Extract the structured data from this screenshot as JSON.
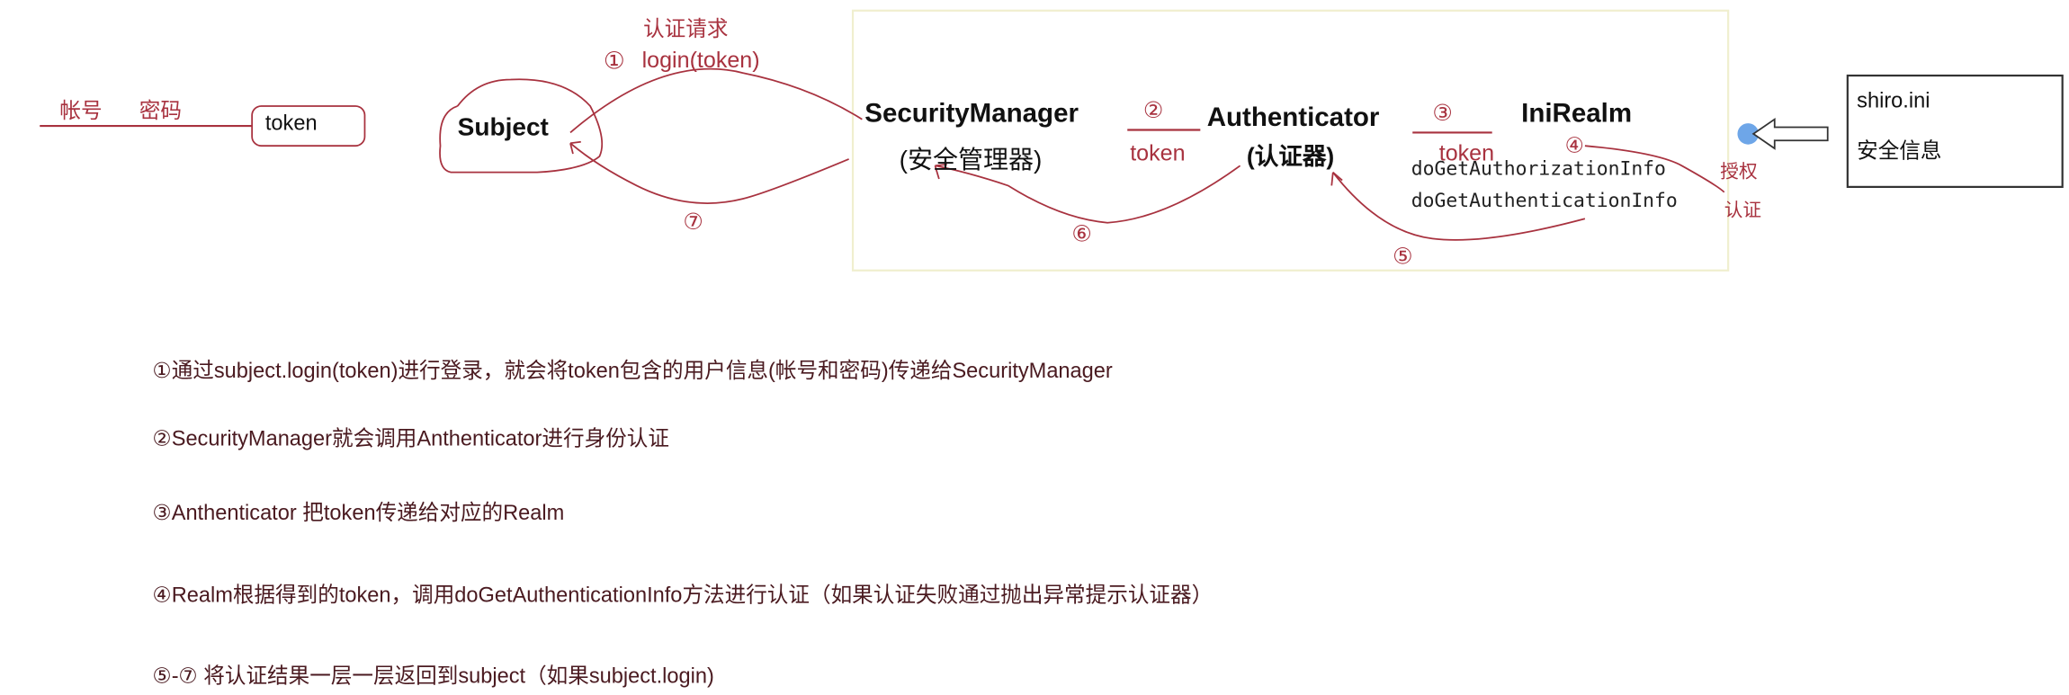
{
  "diagram": {
    "account_label": "帐号",
    "password_label": "密码",
    "token_box": "token",
    "subject": "Subject",
    "auth_request_label": "认证请求",
    "step1_marker": "①",
    "login_call": "login(token)",
    "security_manager": "SecurityManager",
    "security_manager_cn": "(安全管理器)",
    "step2_marker": "②",
    "token_2": "token",
    "authenticator": "Authenticator",
    "authenticator_cn": "(认证器)",
    "step3_marker": "③",
    "token_3": "token",
    "ini_realm": "IniRealm",
    "step4_marker": "④",
    "method_authorization": "doGetAuthorizationInfo",
    "method_authentication": "doGetAuthenticationInfo",
    "authorization_label": "授权",
    "authentication_label": "认证",
    "step5_marker": "⑤",
    "step6_marker": "⑥",
    "step7_marker": "⑦",
    "ini_file": "shiro.ini",
    "ini_desc": "安全信息"
  },
  "notes": [
    "①通过subject.login(token)进行登录，就会将token包含的用户信息(帐号和密码)传递给SecurityManager",
    "②SecurityManager就会调用Anthenticator进行身份认证",
    "③Anthenticator 把token传递给对应的Realm",
    "④Realm根据得到的token，调用doGetAuthenticationInfo方法进行认证（如果认证失败通过抛出异常提示认证器）",
    "⑤-⑦ 将认证结果一层一层返回到subject（如果subject.login)"
  ],
  "colors": {
    "annotation": "#a8323f",
    "text": "#111111",
    "highlight": "#4a90e2"
  }
}
